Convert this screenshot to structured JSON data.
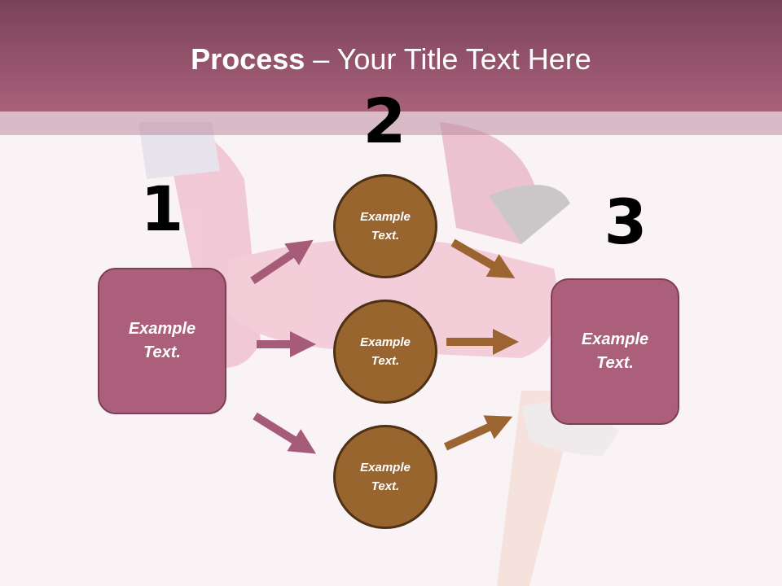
{
  "title": {
    "bold": "Process",
    "rest": " – Your Title Text Here"
  },
  "steps": [
    {
      "number": "1",
      "label": "Example Text."
    },
    {
      "number": "2",
      "items": [
        "Example Text.",
        "Example Text.",
        "Example Text."
      ]
    },
    {
      "number": "3",
      "label": "Example Text."
    }
  ],
  "colors": {
    "header": "#a9617a",
    "box": "#ab5f7a",
    "circle": "#98652f",
    "pink_arrow": "#a65c79",
    "brown_arrow": "#9b6430"
  }
}
